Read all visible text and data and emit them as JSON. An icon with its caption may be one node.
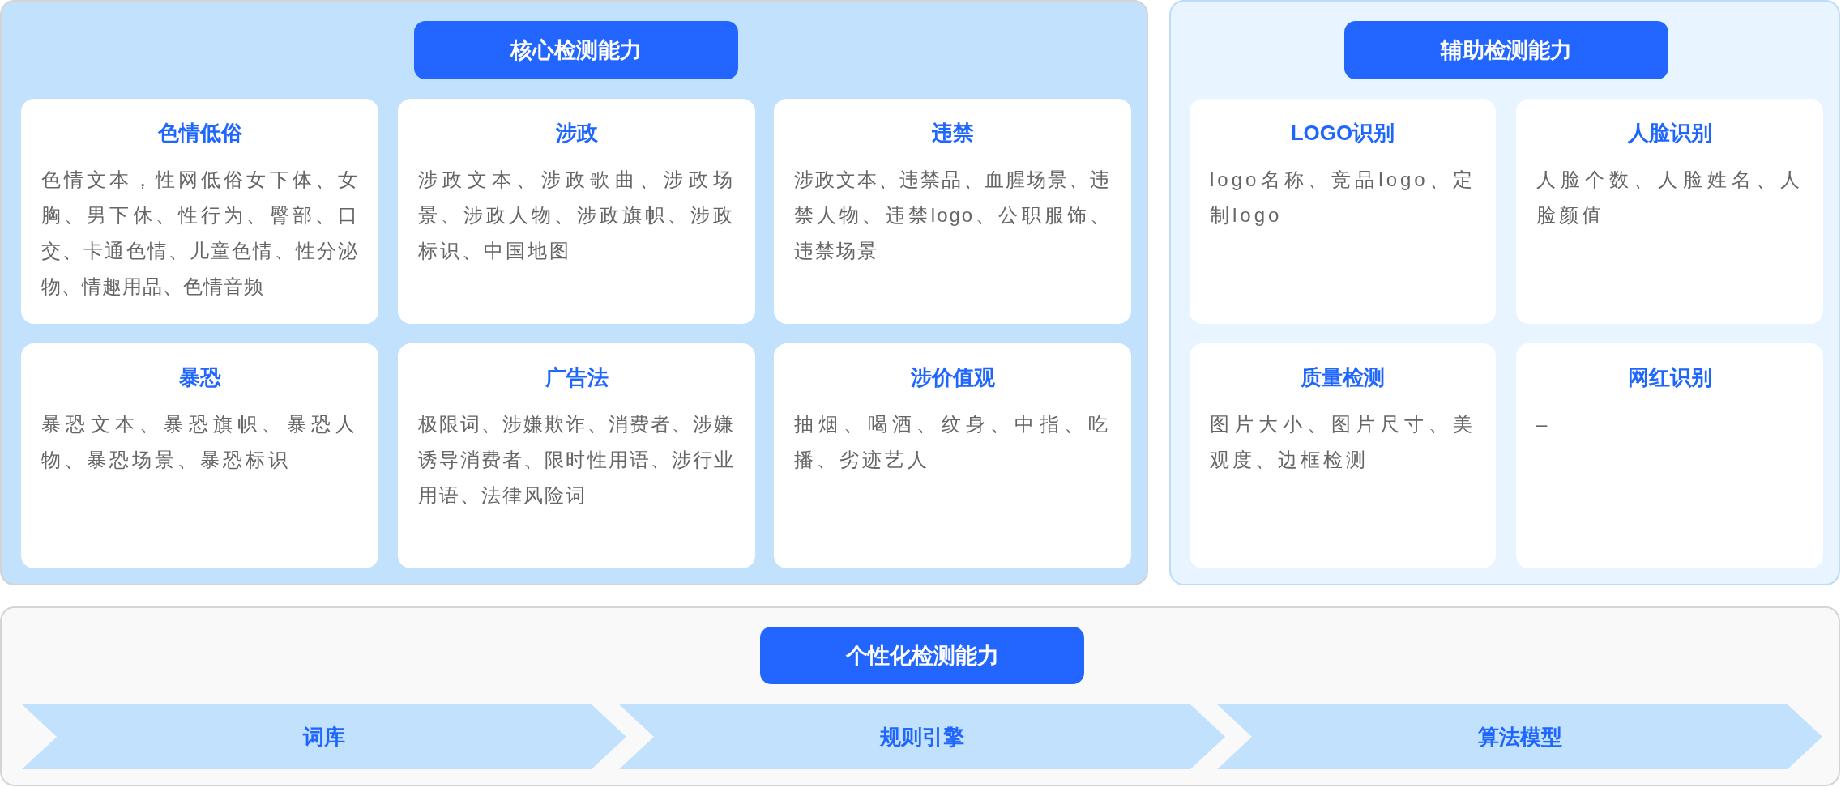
{
  "diagram": {
    "nodes": [
      {
        "text": [],
        "shape": "box"
      },
      {
        "text": [
          "核心检测能力"
        ],
        "in": 0
      },
      {
        "text": [
          "色情低俗",
          "色情文本，性网低俗女下体、女胸、男下休、性行为、臀部、口交、卡通色情、儿童色情、性分泌物、情趣用品、色情音频"
        ],
        "in": 0
      },
      {
        "text": [
          "涉政",
          "涉政文本、涉政歌曲、涉政场景、涉政人物、涉政旗帜、涉政标识、中国地图"
        ],
        "in": 0
      },
      {
        "text": [
          "违禁",
          "涉政文本、违禁品、血腥场景、违禁人物、违禁logo、公职服饰、违禁场景"
        ],
        "in": 0
      },
      {
        "text": [
          "暴恐",
          "暴恐文本、暴恐旗帜、暴恐人物、暴恐场景、暴恐标识"
        ],
        "in": 0
      },
      {
        "text": [
          "广告法",
          "极限词、涉嫌欺诈、消费者、涉嫌诱导消费者、限时性用语、涉行业用语、法律风险词"
        ],
        "in": 0
      },
      {
        "text": [
          "涉价值观",
          "抽烟、喝酒、纹身、中指、吃播、劣迹艺人"
        ],
        "in": 0
      },
      {
        "text": [],
        "shape": "box"
      },
      {
        "text": [
          "辅助检测能力"
        ],
        "in": 8
      },
      {
        "text": [
          "LOGO识别",
          "logo名称、竞品logo、定制logo"
        ],
        "in": 8
      },
      {
        "text": [
          "人脸识别",
          "人脸个数、人脸姓名、人脸颜值"
        ],
        "in": 8
      },
      {
        "text": [
          "质量检测",
          "图片大小、图片尺寸、美观度、边框检测"
        ],
        "in": 8
      },
      {
        "text": [
          "网红识别",
          "–"
        ],
        "in": 8
      },
      {
        "text": [],
        "shape": "box"
      },
      {
        "text": [
          "个性化检测能力"
        ],
        "in": 14
      },
      {
        "text": [
          "词库"
        ],
        "in": 14
      },
      {
        "text": [
          "规则引擎"
        ],
        "in": 14
      },
      {
        "text": [
          "算法模型"
        ],
        "in": 14
      }
    ]
  }
}
